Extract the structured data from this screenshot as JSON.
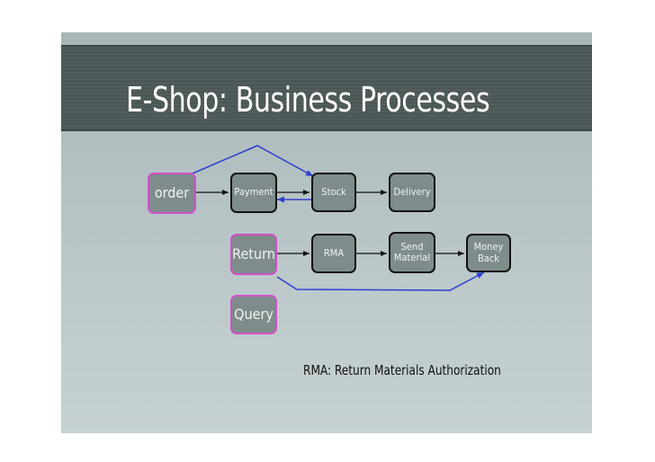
{
  "title": "E-Shop: Business Processes",
  "nodes": {
    "order": "order",
    "payment": "Payment",
    "stock": "Stock",
    "delivery": "Delivery",
    "return": "Return",
    "rma": "RMA",
    "send_material": "Send\nMaterial",
    "money_back": "Money\nBack",
    "query": "Query"
  },
  "caption": "RMA: Return Materials Authorization",
  "colors": {
    "title_bar": "#4c5758",
    "node_fill": "#7e8c8c",
    "node_border": "#111111",
    "highlight_border": "#d24fc9",
    "edge_black": "#111111",
    "edge_blue": "#2d3fd0"
  }
}
